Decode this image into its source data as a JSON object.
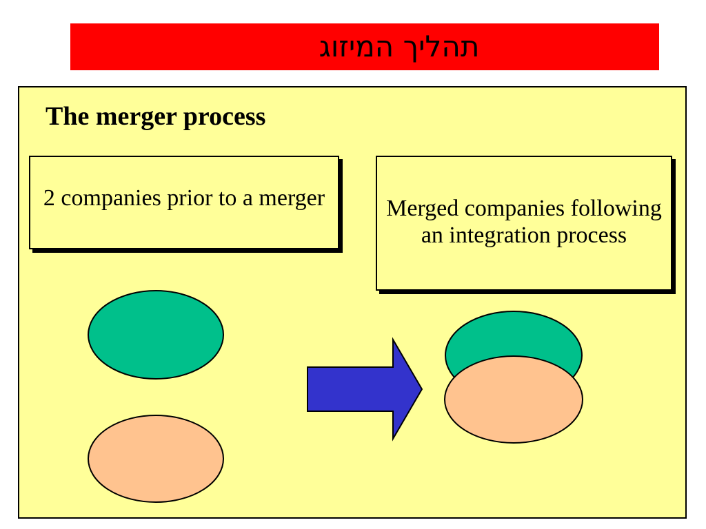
{
  "banner": {
    "title": "תהליך המיזוג",
    "background": "#ff0000"
  },
  "panel": {
    "background": "#ffff99",
    "heading": "The merger process"
  },
  "boxes": {
    "before_label": "2 companies prior to a merger",
    "after_label": "Merged companies following an integration process"
  },
  "shapes": {
    "company_a_color": "#00c08b",
    "company_b_color": "#ffc38f",
    "arrow_color": "#3333cc",
    "arrow_meaning": "right-arrow"
  }
}
